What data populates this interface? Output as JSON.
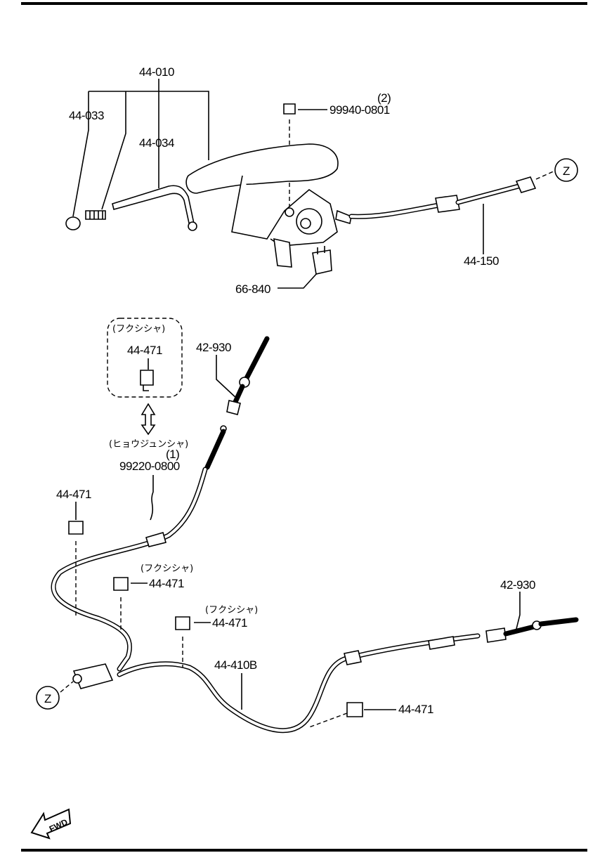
{
  "diagram": {
    "parts": {
      "lever_assembly": "44-010",
      "lever_cap": "44-033",
      "lever_rod": "44-034",
      "nut_qty": "(2)",
      "nut": "99940-0801",
      "front_cable": "44-150",
      "switch": "66-840",
      "clip_optional_tag": "(フクシシャ)",
      "clip_optional": "44-471",
      "rear_cable_left": "42-930",
      "standard_tag": "(ヒョウジュンシャ)",
      "clip_std_qty": "(1)",
      "clip_std": "99220-0800",
      "clip_left": "44-471",
      "clip_mid_tag": "(フクシシャ)",
      "clip_mid": "44-471",
      "clip_center_tag": "(フクシシャ)",
      "clip_center": "44-471",
      "rear_cable_right": "42-930",
      "equalizer_cable": "44-410B",
      "clip_right": "44-471"
    },
    "connectors": {
      "top": "Z",
      "bottom": "Z"
    },
    "fwd_label": "FWD"
  }
}
